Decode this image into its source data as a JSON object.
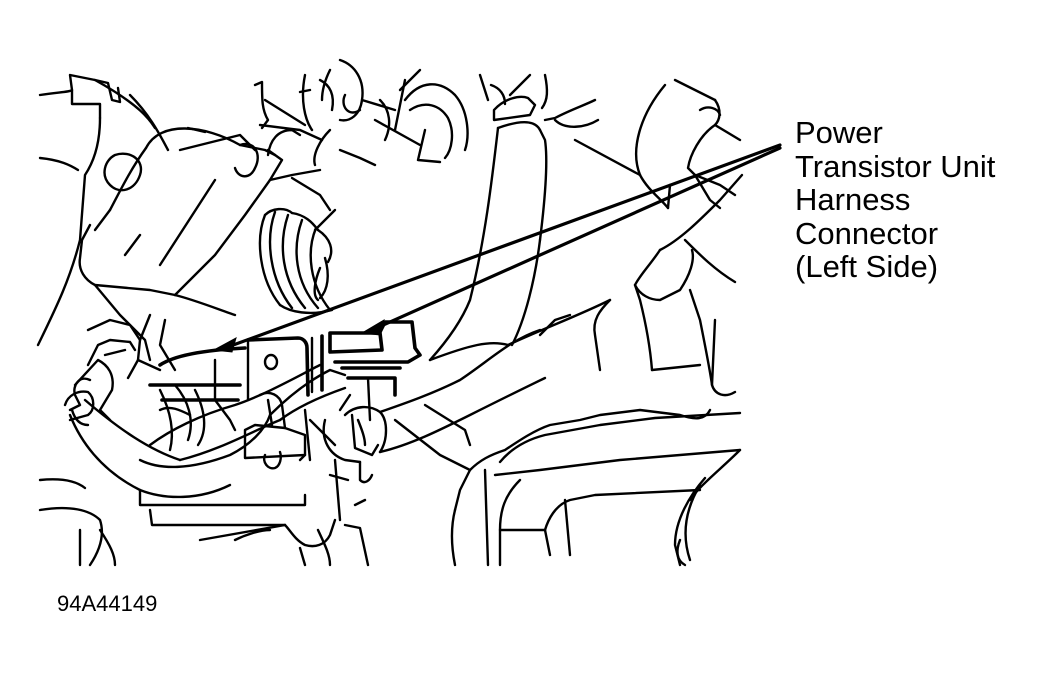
{
  "diagram": {
    "type": "automotive component location illustration",
    "style": "black line art on white",
    "callout": {
      "lines": [
        "Power",
        "Transistor Unit",
        "Harness",
        "Connector",
        "(Left Side)"
      ],
      "full_text": "Power Transistor Unit Harness Connector (Left Side)",
      "leader_count": 2,
      "targets": [
        "connector-left-tip",
        "connector-right-tip"
      ]
    },
    "figure_id": "94A44149",
    "colors": {
      "line": "#000000",
      "background": "#ffffff"
    }
  }
}
